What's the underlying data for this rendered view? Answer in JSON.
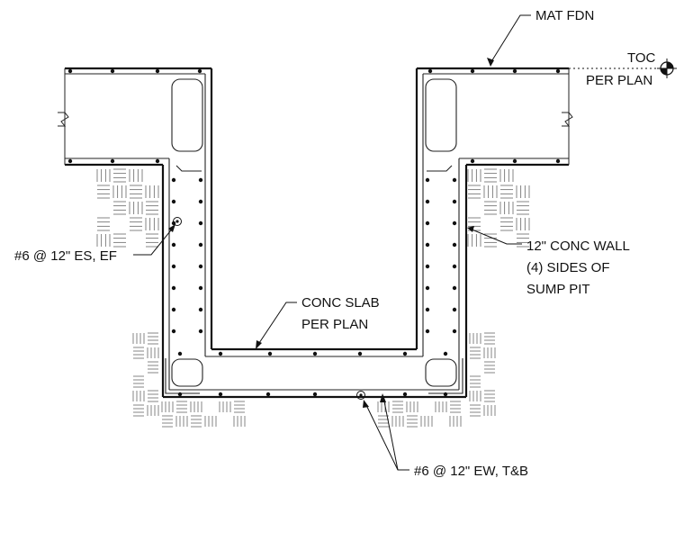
{
  "labels": {
    "mat_fdn": "MAT FDN",
    "toc_line1": "TOC",
    "toc_line2": "PER PLAN",
    "wall_bar_callout": "#6 @ 12\" ES, EF",
    "wall_line1": "12\" CONC WALL",
    "wall_line2": "(4) SIDES OF",
    "wall_line3": "SUMP PIT",
    "slab_line1": "CONC SLAB",
    "slab_line2": "PER PLAN",
    "slab_bar_callout": "#6 @ 12\" EW, T&B"
  },
  "icons": {
    "elevation_marker": "toc-elevation-target-icon",
    "break_line": "break-line-icon",
    "soil_hatch": "earth-hatch-icon"
  },
  "colors": {
    "line": "#111111",
    "background": "#ffffff"
  }
}
